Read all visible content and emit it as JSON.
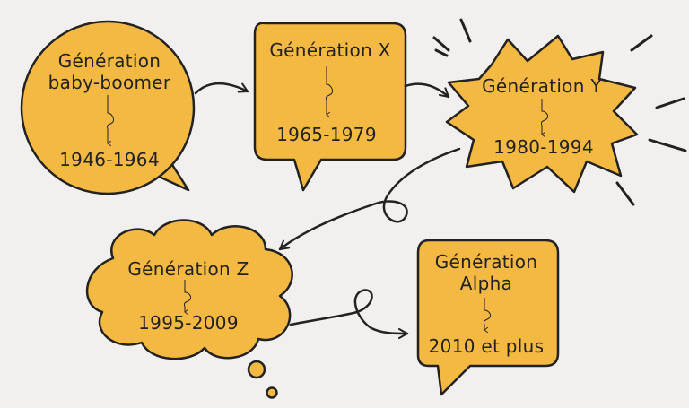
{
  "colors": {
    "background": "#f1f0ee",
    "bubble_fill": "#f4b942",
    "outline": "#222222"
  },
  "nodes": [
    {
      "id": "boomer",
      "shape": "speech-circle",
      "name_line1": "Génération",
      "name_line2": "baby-boomer",
      "years": "1946-1964"
    },
    {
      "id": "x",
      "shape": "speech-square",
      "name_line1": "Génération X",
      "name_line2": "",
      "years": "1965-1979"
    },
    {
      "id": "y",
      "shape": "explosion",
      "name_line1": "Génération Y",
      "name_line2": "",
      "years": "1980-1994"
    },
    {
      "id": "z",
      "shape": "thought-cloud",
      "name_line1": "Génération Z",
      "name_line2": "",
      "years": "1995-2009"
    },
    {
      "id": "alpha",
      "shape": "speech-rectangle",
      "name_line1": "Génération",
      "name_line2": "Alpha",
      "years": "2010 et plus"
    }
  ],
  "connections": [
    {
      "from": "boomer",
      "to": "x"
    },
    {
      "from": "x",
      "to": "y"
    },
    {
      "from": "y",
      "to": "z",
      "style": "loop"
    },
    {
      "from": "z",
      "to": "alpha",
      "style": "loop"
    }
  ]
}
